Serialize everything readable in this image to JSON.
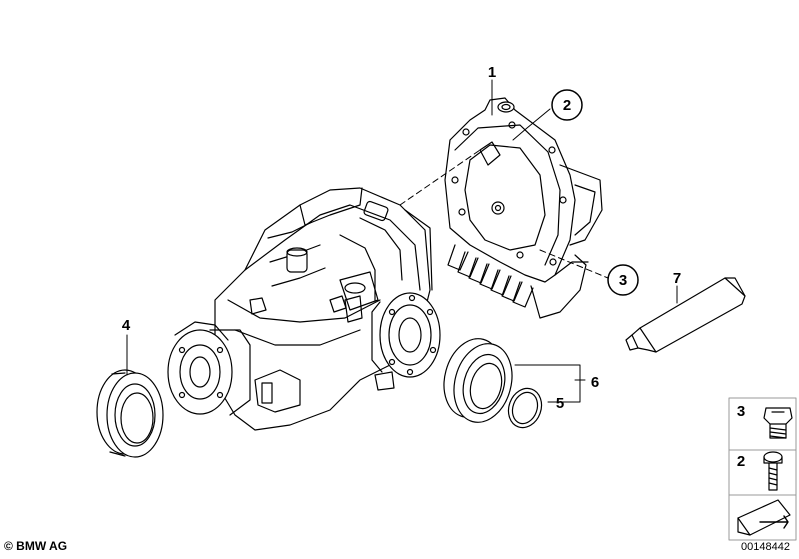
{
  "callouts": {
    "c1": "1",
    "c2": "2",
    "c3": "3",
    "c4": "4",
    "c5": "5",
    "c6": "6",
    "c7": "7"
  },
  "legend": {
    "item_top": "3",
    "item_bottom": "2"
  },
  "footer": {
    "copyright": "© BMW AG",
    "doc_number": "00148442"
  },
  "icons": [
    "screw-plug-icon",
    "bolt-icon",
    "cover-arrow-icon"
  ]
}
